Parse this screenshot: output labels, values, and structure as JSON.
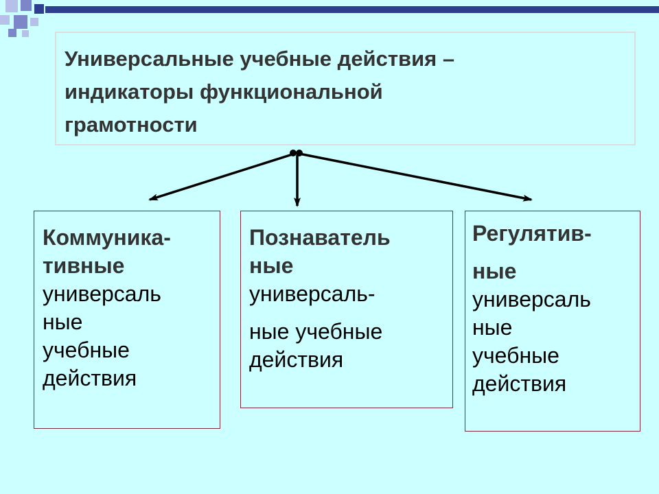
{
  "colors": {
    "background": "#ccffff",
    "deco_navy": "#2e3f8f",
    "deco_blue": "#7d86c8",
    "deco_light": "#b7c0e8",
    "title_text": "#333333",
    "title_accent": "#1f1f6b",
    "box_border": "#7a2a3a",
    "arrow": "#000000"
  },
  "title": {
    "line1": "Универсальные учебные действия",
    "dash": " –",
    "line2": "индикаторы функциональной",
    "line3": "грамотности"
  },
  "boxes": {
    "communicative": {
      "bold1": "Коммуника-",
      "bold2": "тивные",
      "line3": "универсаль",
      "line4": "ные",
      "line5": "учебные",
      "line6": "действия"
    },
    "cognitive": {
      "bold1": "Познаватель",
      "bold2": "ные",
      "line3": "универсаль-",
      "line4": "ные учебные",
      "line5": "действия"
    },
    "regulative": {
      "bold1": "Регулятив-",
      "bold2": "ные",
      "line3": "универсаль",
      "line4": "ные",
      "line5": "учебные",
      "line6": "действия"
    }
  }
}
